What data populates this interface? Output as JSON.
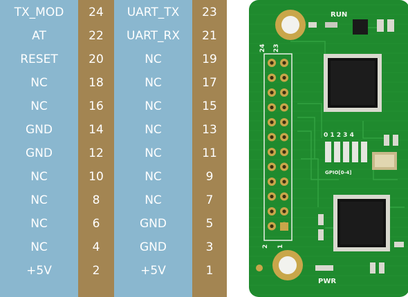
{
  "pin_table": {
    "rows": [
      {
        "left_label": "TX_MOD",
        "left_pin": "24",
        "right_label": "UART_TX",
        "right_pin": "23"
      },
      {
        "left_label": "AT",
        "left_pin": "22",
        "right_label": "UART_RX",
        "right_pin": "21"
      },
      {
        "left_label": "RESET",
        "left_pin": "20",
        "right_label": "NC",
        "right_pin": "19"
      },
      {
        "left_label": "NC",
        "left_pin": "18",
        "right_label": "NC",
        "right_pin": "17"
      },
      {
        "left_label": "NC",
        "left_pin": "16",
        "right_label": "NC",
        "right_pin": "15"
      },
      {
        "left_label": "GND",
        "left_pin": "14",
        "right_label": "NC",
        "right_pin": "13"
      },
      {
        "left_label": "GND",
        "left_pin": "12",
        "right_label": "NC",
        "right_pin": "11"
      },
      {
        "left_label": "NC",
        "left_pin": "10",
        "right_label": "NC",
        "right_pin": "9"
      },
      {
        "left_label": "NC",
        "left_pin": "8",
        "right_label": "NC",
        "right_pin": "7"
      },
      {
        "left_label": "NC",
        "left_pin": "6",
        "right_label": "GND",
        "right_pin": "5"
      },
      {
        "left_label": "NC",
        "left_pin": "4",
        "right_label": "GND",
        "right_pin": "3"
      },
      {
        "left_label": "+5V",
        "left_pin": "2",
        "right_label": "+5V",
        "right_pin": "1"
      }
    ]
  },
  "board": {
    "run_label": "RUN",
    "pwr_label": "PWR",
    "header_top_left": "24",
    "header_top_right": "23",
    "header_bottom_left": "2",
    "header_bottom_right": "1",
    "dip_label": "GPIO[0-4]",
    "dip_numbers": [
      "0",
      "1",
      "2",
      "3",
      "4"
    ]
  },
  "colors": {
    "label_column": "#8ab7cf",
    "pin_column": "#a38552",
    "pcb_green": "#1f8a2e",
    "text": "#ffffff"
  }
}
